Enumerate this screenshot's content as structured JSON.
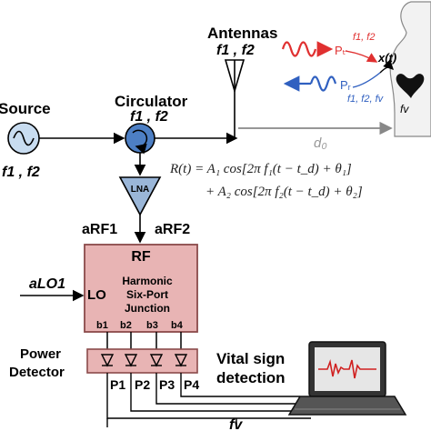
{
  "labels": {
    "antennas": "Antennas",
    "antennas_freq": "f1 , f2",
    "source": "Source",
    "source_freq": "f1 , f2",
    "circulator": "Circulator",
    "circulator_freq": "f1 , f2",
    "lna": "LNA",
    "arf1": "aRF1",
    "arf2": "aRF2",
    "rf": "RF",
    "harmonic": "Harmonic",
    "six_port": "Six-Port",
    "junction": "Junction",
    "lo": "LO",
    "alo1": "aLO1",
    "b1": "b1",
    "b2": "b2",
    "b3": "b3",
    "b4": "b4",
    "power": "Power",
    "detector": "Detector",
    "p1": "P1",
    "p2": "P2",
    "p3": "P3",
    "p4": "P4",
    "vital_sign": "Vital sign",
    "detection": "detection",
    "fv_bottom": "fv",
    "d0": "d₀",
    "pt": "Pₜ",
    "pr": "Pᵣ",
    "tx_freq": "f1, f2",
    "rx_freq": "f1, f2, fv",
    "xt": "x(t)",
    "fv_heart": "fv",
    "eq_line1": "R(t) = A₁ cos[2π f₁(t − t_d) + θ₁]",
    "eq_line2": "+ A₂ cos[2π f₂(t − t_d) + θ₂]"
  },
  "colors": {
    "rf_block": "#e8b4b4",
    "rf_border": "#8a4a4a",
    "circulator": "#4d7fc4",
    "lna": "#9ab6d8",
    "source": "#c8dcf0",
    "tx_wave": "#e03030",
    "rx_wave": "#3060c0",
    "d0_arrow": "#888888"
  }
}
